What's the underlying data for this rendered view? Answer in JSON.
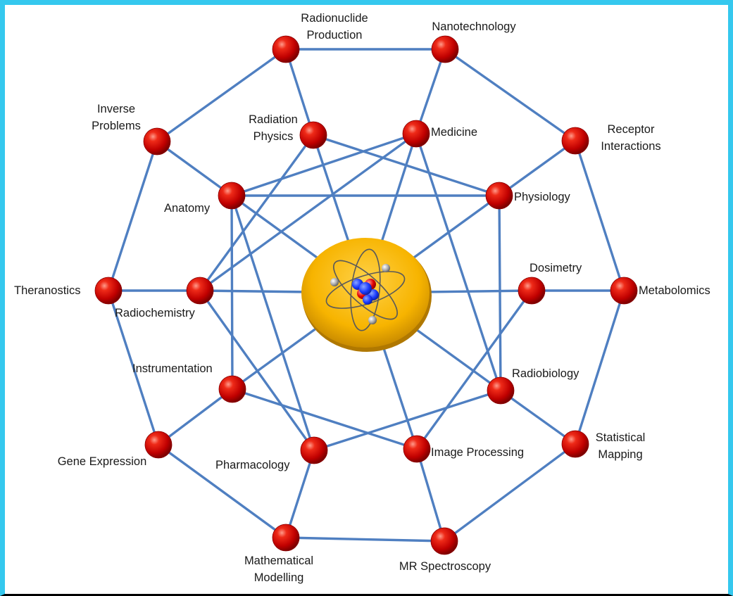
{
  "diagram": {
    "center": {
      "icon": "atom-icon"
    },
    "colors": {
      "edge": "#4f7fc1",
      "node_fill": "#d40000",
      "hub_fill": "#f6b800",
      "frame": "#35c8ee"
    },
    "nodes": [
      {
        "id": "radionuclide-production",
        "lines": [
          "Radionuclide",
          "Production"
        ]
      },
      {
        "id": "nanotechnology",
        "lines": [
          "Nanotechnology"
        ]
      },
      {
        "id": "receptor-interactions",
        "lines": [
          "Receptor",
          "Interactions"
        ]
      },
      {
        "id": "metabolomics",
        "lines": [
          "Metabolomics"
        ]
      },
      {
        "id": "statistical-mapping",
        "lines": [
          "Statistical",
          "Mapping"
        ]
      },
      {
        "id": "mr-spectroscopy",
        "lines": [
          "MR Spectroscopy"
        ]
      },
      {
        "id": "mathematical-modelling",
        "lines": [
          "Mathematical",
          "Modelling"
        ]
      },
      {
        "id": "gene-expression",
        "lines": [
          "Gene Expression"
        ]
      },
      {
        "id": "theranostics",
        "lines": [
          "Theranostics"
        ]
      },
      {
        "id": "inverse-problems",
        "lines": [
          "Inverse",
          "Problems"
        ]
      },
      {
        "id": "radiation-physics",
        "lines": [
          "Radiation",
          "Physics"
        ]
      },
      {
        "id": "medicine",
        "lines": [
          "Medicine"
        ]
      },
      {
        "id": "physiology",
        "lines": [
          "Physiology"
        ]
      },
      {
        "id": "dosimetry",
        "lines": [
          "Dosimetry"
        ]
      },
      {
        "id": "radiobiology",
        "lines": [
          "Radiobiology"
        ]
      },
      {
        "id": "image-processing",
        "lines": [
          "Image Processing"
        ]
      },
      {
        "id": "pharmacology",
        "lines": [
          "Pharmacology"
        ]
      },
      {
        "id": "instrumentation",
        "lines": [
          "Instrumentation"
        ]
      },
      {
        "id": "radiochemistry",
        "lines": [
          "Radiochemistry"
        ]
      },
      {
        "id": "anatomy",
        "lines": [
          "Anatomy"
        ]
      }
    ],
    "edges": [
      [
        "radionuclide-production",
        "nanotechnology"
      ],
      [
        "nanotechnology",
        "receptor-interactions"
      ],
      [
        "receptor-interactions",
        "metabolomics"
      ],
      [
        "metabolomics",
        "statistical-mapping"
      ],
      [
        "statistical-mapping",
        "mr-spectroscopy"
      ],
      [
        "mr-spectroscopy",
        "mathematical-modelling"
      ],
      [
        "mathematical-modelling",
        "gene-expression"
      ],
      [
        "gene-expression",
        "theranostics"
      ],
      [
        "theranostics",
        "inverse-problems"
      ],
      [
        "inverse-problems",
        "radionuclide-production"
      ],
      [
        "radionuclide-production",
        "radiation-physics"
      ],
      [
        "nanotechnology",
        "medicine"
      ],
      [
        "receptor-interactions",
        "physiology"
      ],
      [
        "metabolomics",
        "dosimetry"
      ],
      [
        "statistical-mapping",
        "radiobiology"
      ],
      [
        "mr-spectroscopy",
        "image-processing"
      ],
      [
        "mathematical-modelling",
        "pharmacology"
      ],
      [
        "gene-expression",
        "instrumentation"
      ],
      [
        "theranostics",
        "radiochemistry"
      ],
      [
        "inverse-problems",
        "anatomy"
      ],
      [
        "radiation-physics",
        "physiology"
      ],
      [
        "medicine",
        "anatomy"
      ],
      [
        "physiology",
        "anatomy"
      ],
      [
        "anatomy",
        "pharmacology"
      ],
      [
        "anatomy",
        "instrumentation"
      ],
      [
        "radiochemistry",
        "radiation-physics"
      ],
      [
        "radiochemistry",
        "medicine"
      ],
      [
        "radiochemistry",
        "pharmacology"
      ],
      [
        "medicine",
        "radiobiology"
      ],
      [
        "physiology",
        "radiobiology"
      ],
      [
        "dosimetry",
        "image-processing"
      ],
      [
        "radiobiology",
        "pharmacology"
      ],
      [
        "instrumentation",
        "image-processing"
      ],
      [
        "hub",
        "radiation-physics"
      ],
      [
        "hub",
        "medicine"
      ],
      [
        "hub",
        "physiology"
      ],
      [
        "hub",
        "dosimetry"
      ],
      [
        "hub",
        "radiobiology"
      ],
      [
        "hub",
        "image-processing"
      ],
      [
        "hub",
        "instrumentation"
      ],
      [
        "hub",
        "radiochemistry"
      ],
      [
        "hub",
        "anatomy"
      ]
    ]
  }
}
